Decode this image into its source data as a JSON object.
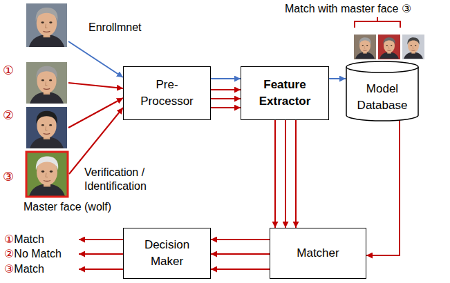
{
  "diagram": {
    "nodes": [
      {
        "text": [
          "Pre- Processor"
        ]
      },
      {
        "text": [
          "Feature Extractor"
        ]
      },
      {
        "text": [
          "Model Database"
        ]
      },
      {
        "text": [
          "Decision Maker"
        ]
      },
      {
        "text": [
          "Matcher"
        ]
      }
    ],
    "edges": [
      {
        "from": 0,
        "to": 1,
        "arrow": "to"
      },
      {
        "from": 0,
        "to": 1,
        "arrow": "to"
      },
      {
        "from": 0,
        "to": 1,
        "arrow": "to"
      },
      {
        "from": 0,
        "to": 1,
        "arrow": "to"
      },
      {
        "from": 1,
        "to": 2,
        "arrow": "to"
      },
      {
        "from": 1,
        "to": 4,
        "arrow": "to"
      },
      {
        "from": 1,
        "to": 4,
        "arrow": "to"
      },
      {
        "from": 1,
        "to": 4,
        "arrow": "to"
      },
      {
        "from": 2,
        "to": 4,
        "arrow": "to"
      },
      {
        "from": 4,
        "to": 3,
        "arrow": "to"
      },
      {
        "from": 4,
        "to": 3,
        "arrow": "to"
      },
      {
        "from": 4,
        "to": 3,
        "arrow": "to"
      }
    ],
    "labels": [
      "Enrollmnet",
      "Match with master face ③",
      "①",
      "②",
      "③",
      "Verification / Identification",
      "Master face (wolf)",
      "①Match",
      "②No Match",
      "③Match"
    ]
  }
}
